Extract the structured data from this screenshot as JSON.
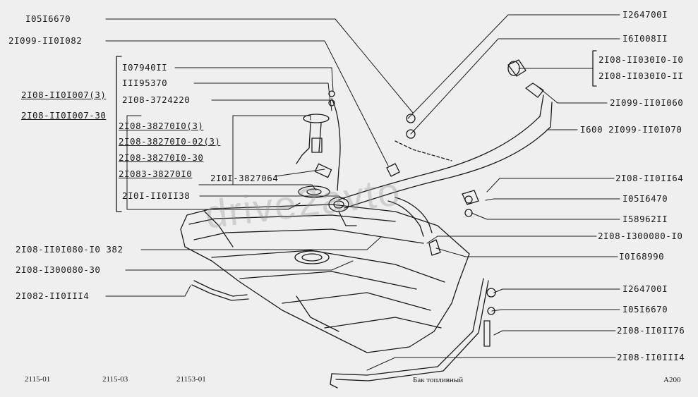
{
  "labels": {
    "l_105i6670_top": "I05I6670",
    "l_21099_110i082": "2I099-II0I082",
    "l_107940ii": "I07940II",
    "l_iii95370": "III95370",
    "l_2108_3724220": "2I08-3724220",
    "l_2108_110i007_3": "2I08-II0I007(3)",
    "l_2108_110i007_30": "2I08-II0I007-30",
    "l_2108_382701o_3": "2I08-38270I0(3)",
    "l_2108_382701o_02": "2I08-38270I0-02(3)",
    "l_2108_382701o_30": "2I08-38270I0-30",
    "l_21083_382701o": "2I083-38270I0",
    "l_210i_3827064": "2I0I-3827064",
    "l_210i_110ii38": "2I0I-II0II38",
    "l_2108_110i080": "2I08-II0I080-I0 382",
    "l_2108_1300080_30": "2I08-I300080-30",
    "l_21082_110iii4": "2I082-II0III4",
    "l_12647001_top": "I264700I",
    "l_16i008ii": "I6I008II",
    "l_2108_ii030i0_i0": "2I08-II030I0-I0",
    "l_2108_ii030i0_ii": "2I08-II030I0-II",
    "l_21099_110i060": "2I099-II0I060",
    "l_1600_21099": "I600 2I099-II0I070",
    "l_2108_ii0ii64": "2I08-II0II64",
    "l_105i6470": "I05I6470",
    "l_158962ii": "I58962II",
    "l_2108_1300080_10": "2I08-I300080-I0",
    "l_10168990": "I0I68990",
    "l_12647001_bot": "I264700I",
    "l_105i6670_bot": "I05I6670",
    "l_2108_ii0ii76": "2I08-II0II76",
    "l_2108_ii0iii4": "2I08-II0III4"
  },
  "footer": {
    "model_1": "2115-01",
    "model_2": "2115-03",
    "model_3": "21153-01",
    "caption": "Бак топливный",
    "page_code": "A200"
  },
  "watermark": "drive2avto",
  "colors": {
    "background": "#efefef",
    "ink": "#1a1a1a"
  }
}
